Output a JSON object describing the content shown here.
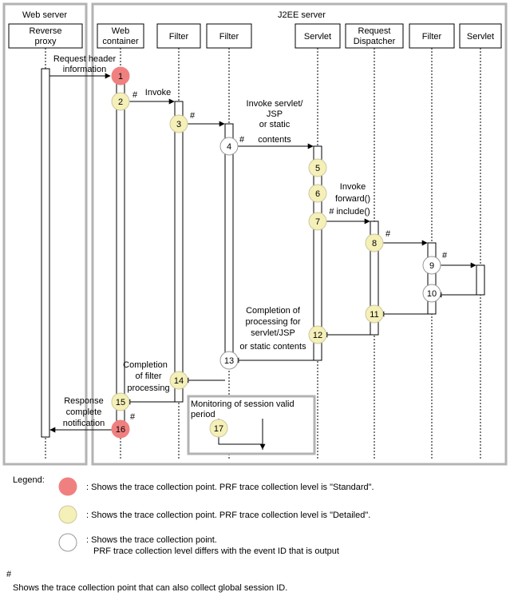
{
  "groups": {
    "web_server": "Web server",
    "j2ee_server": "J2EE server"
  },
  "lanes": {
    "reverse_proxy": [
      "Reverse",
      "proxy"
    ],
    "web_container": [
      "Web",
      "container"
    ],
    "filter1": "Filter",
    "filter2": "Filter",
    "servlet1": "Servlet",
    "request_dispatcher": [
      "Request",
      "Dispatcher"
    ],
    "filter3": "Filter",
    "servlet2": "Servlet"
  },
  "messages": {
    "request_header": [
      "Request header",
      "information"
    ],
    "invoke": "Invoke",
    "invoke_servlet": [
      "Invoke servlet/",
      "JSP",
      "or static",
      "contents"
    ],
    "invoke_forward": [
      "Invoke",
      "forward()",
      "# include()"
    ],
    "completion_servlet": [
      "Completion of",
      "processing for",
      "servlet/JSP",
      "or static contents"
    ],
    "completion_filter": [
      "Completion",
      "of filter",
      "processing"
    ],
    "response_complete": [
      "Response",
      "complete",
      "notification"
    ],
    "session_monitor": [
      "Monitoring of session valid",
      "period"
    ]
  },
  "hash": "#",
  "points": [
    "1",
    "2",
    "3",
    "4",
    "5",
    "6",
    "7",
    "8",
    "9",
    "10",
    "11",
    "12",
    "13",
    "14",
    "15",
    "16",
    "17"
  ],
  "legend": {
    "title": "Legend:",
    "standard": ": Shows the trace collection point. PRF trace collection level is \"Standard\".",
    "detailed": ": Shows the trace collection point. PRF trace collection level is \"Detailed\".",
    "varies": [
      ": Shows the trace collection point.",
      "PRF trace collection level differs with the event ID that is output"
    ],
    "hash_symbol": "#",
    "hash_note": "Shows the trace collection point that can also collect global session ID."
  },
  "colors": {
    "standard": "#f08080",
    "detailed": "#f5f0b8",
    "varies": "#ffffff",
    "frame": "#b3b3b3"
  }
}
